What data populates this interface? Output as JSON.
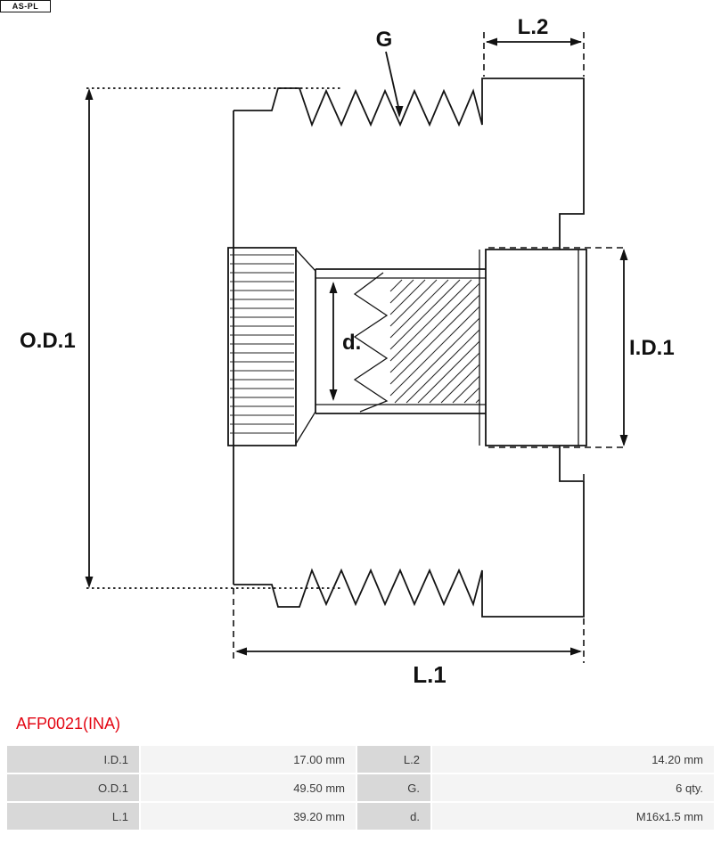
{
  "logo": {
    "text": "AS-PL"
  },
  "part_number": "AFP0021(INA)",
  "diagram": {
    "labels": {
      "g": "G",
      "l2": "L.2",
      "od1": "O.D.1",
      "id1": "I.D.1",
      "d": "d.",
      "l1": "L.1"
    }
  },
  "table": {
    "rows": [
      [
        {
          "label": "I.D.1",
          "value": "17.00 mm"
        },
        {
          "label": "L.2",
          "value": "14.20 mm"
        }
      ],
      [
        {
          "label": "O.D.1",
          "value": "49.50 mm"
        },
        {
          "label": "G.",
          "value": "6 qty."
        }
      ],
      [
        {
          "label": "L.1",
          "value": "39.20 mm"
        },
        {
          "label": "d.",
          "value": "M16x1.5 mm"
        }
      ]
    ]
  },
  "colors": {
    "part_number_red": "#e30613",
    "drawing_line": "#141414",
    "table_label_bg": "#d8d8d8",
    "table_value_bg": "#f4f4f4"
  }
}
